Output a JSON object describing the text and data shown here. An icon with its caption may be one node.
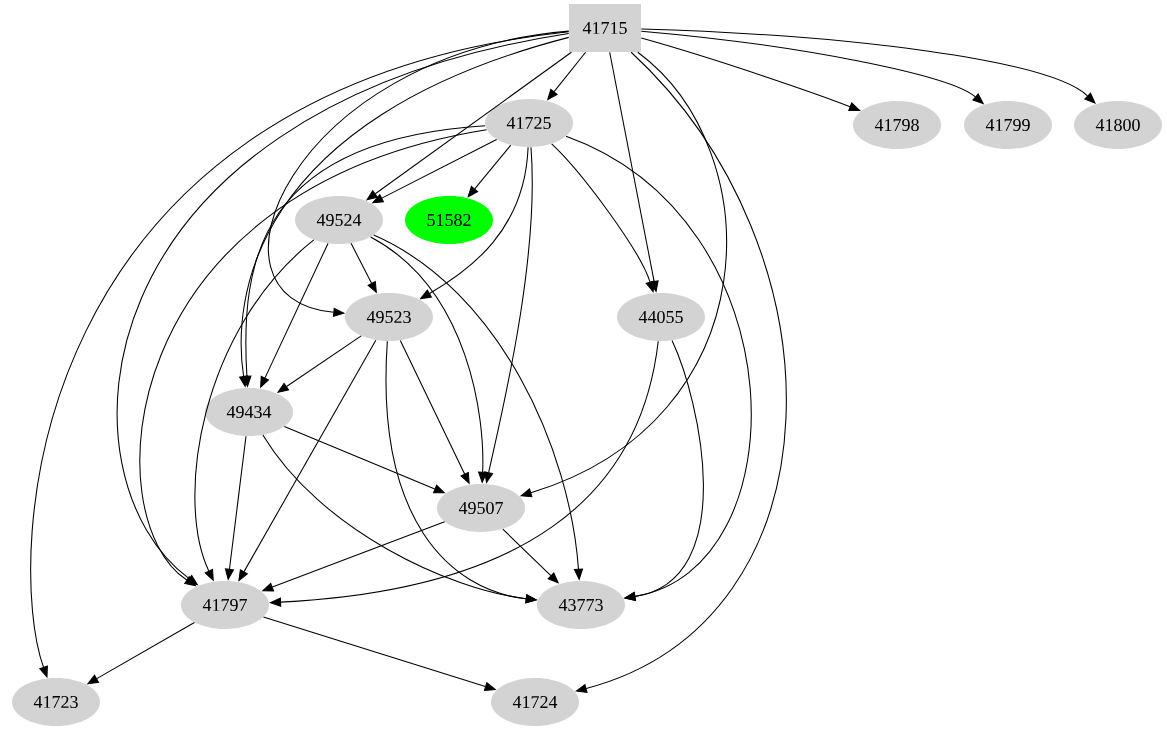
{
  "diagram": {
    "nodes": [
      {
        "text": [
          "41715"
        ]
      },
      {
        "text": [
          "41725"
        ]
      },
      {
        "text": [
          "41798"
        ]
      },
      {
        "text": [
          "41799"
        ]
      },
      {
        "text": [
          "41800"
        ]
      },
      {
        "text": [
          "49524"
        ]
      },
      {
        "text": [
          "51582"
        ]
      },
      {
        "text": [
          "49523"
        ]
      },
      {
        "text": [
          "44055"
        ]
      },
      {
        "text": [
          "49434"
        ]
      },
      {
        "text": [
          "49507"
        ]
      },
      {
        "text": [
          "41797"
        ]
      },
      {
        "text": [
          "43773"
        ]
      },
      {
        "text": [
          "41723"
        ]
      },
      {
        "text": [
          "41724"
        ]
      }
    ],
    "edges": [
      {
        "from": 0,
        "to": 1,
        "arrow": "to"
      },
      {
        "from": 0,
        "to": 2,
        "arrow": "to"
      },
      {
        "from": 0,
        "to": 3,
        "arrow": "to"
      },
      {
        "from": 0,
        "to": 4,
        "arrow": "to"
      },
      {
        "from": 0,
        "to": 13,
        "arrow": "to"
      },
      {
        "from": 0,
        "to": 11,
        "arrow": "to"
      },
      {
        "from": 0,
        "to": 9,
        "arrow": "to"
      },
      {
        "from": 0,
        "to": 7,
        "arrow": "to"
      },
      {
        "from": 0,
        "to": 5,
        "arrow": "to"
      },
      {
        "from": 0,
        "to": 8,
        "arrow": "to"
      },
      {
        "from": 0,
        "to": 10,
        "arrow": "to"
      },
      {
        "from": 0,
        "to": 14,
        "arrow": "to"
      },
      {
        "from": 1,
        "to": 6,
        "arrow": "to"
      },
      {
        "from": 1,
        "to": 5,
        "arrow": "to"
      },
      {
        "from": 1,
        "to": 7,
        "arrow": "to"
      },
      {
        "from": 1,
        "to": 10,
        "arrow": "to"
      },
      {
        "from": 1,
        "to": 8,
        "arrow": "to"
      },
      {
        "from": 1,
        "to": 12,
        "arrow": "to"
      },
      {
        "from": 1,
        "to": 11,
        "arrow": "to"
      },
      {
        "from": 1,
        "to": 9,
        "arrow": "to"
      },
      {
        "from": 5,
        "to": 7,
        "arrow": "to"
      },
      {
        "from": 5,
        "to": 9,
        "arrow": "to"
      },
      {
        "from": 5,
        "to": 11,
        "arrow": "to"
      },
      {
        "from": 5,
        "to": 10,
        "arrow": "to"
      },
      {
        "from": 5,
        "to": 12,
        "arrow": "to"
      },
      {
        "from": 7,
        "to": 9,
        "arrow": "to"
      },
      {
        "from": 7,
        "to": 10,
        "arrow": "to"
      },
      {
        "from": 7,
        "to": 11,
        "arrow": "to"
      },
      {
        "from": 7,
        "to": 12,
        "arrow": "to"
      },
      {
        "from": 8,
        "to": 11,
        "arrow": "to"
      },
      {
        "from": 8,
        "to": 12,
        "arrow": "to"
      },
      {
        "from": 9,
        "to": 10,
        "arrow": "to"
      },
      {
        "from": 9,
        "to": 11,
        "arrow": "to"
      },
      {
        "from": 9,
        "to": 12,
        "arrow": "to"
      },
      {
        "from": 10,
        "to": 11,
        "arrow": "to"
      },
      {
        "from": 10,
        "to": 12,
        "arrow": "to"
      },
      {
        "from": 11,
        "to": 13,
        "arrow": "to"
      },
      {
        "from": 11,
        "to": 14,
        "arrow": "to"
      }
    ]
  }
}
